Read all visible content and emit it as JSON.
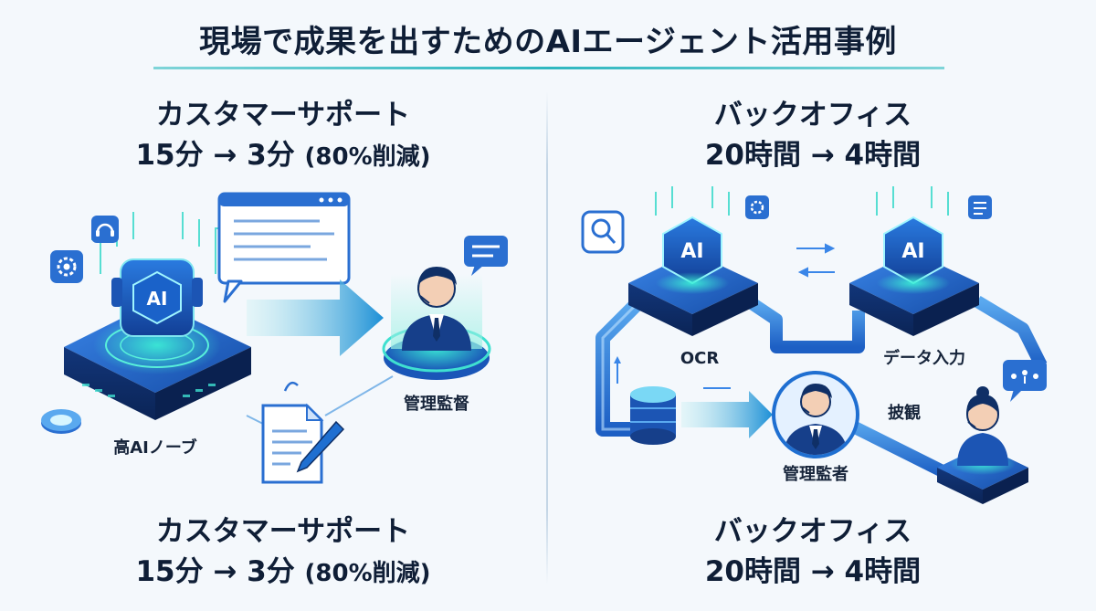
{
  "title": "現場で成果を出すためのAIエージェント活用事例",
  "left": {
    "heading": "カスタマーサポート",
    "metric_main": "15分 → 3分",
    "metric_note": "(80%削減)",
    "chip_label": "AI",
    "node_label": "高AIノーブ",
    "person_label": "管理監督",
    "footer_heading": "カスタマーサポート",
    "footer_metric_main": "15分 → 3分",
    "footer_metric_note": "(80%削減)"
  },
  "right": {
    "heading": "バックオフィス",
    "metric": "20時間 → 4時間",
    "chip_label_1": "AI",
    "chip_label_2": "AI",
    "ocr_label": "OCR",
    "entry_label": "データ入力",
    "review_label": "披観",
    "supervisor_label": "管理監者",
    "footer_heading": "バックオフィス",
    "footer_metric": "20時間 → 4時間"
  },
  "colors": {
    "primary": "#1f6fd1",
    "accent": "#2fd8c8",
    "dark_navy": "#0f2f66",
    "background": "#f4f8fc"
  },
  "icons": [
    "gear-icon",
    "headset-icon",
    "chat-window-icon",
    "arrow-right-icon",
    "document-pen-icon",
    "search-icon",
    "form-icon",
    "database-icon",
    "chat-dots-icon"
  ]
}
